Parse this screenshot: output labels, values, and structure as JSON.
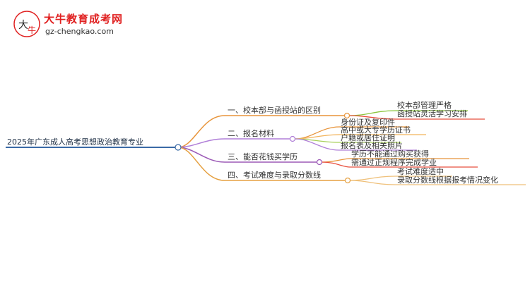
{
  "brand": {
    "name": "大牛教育成考网",
    "url": "gz-chengkao.com"
  },
  "mindmap": {
    "root": "2025年广东成人高考思想政治教育专业",
    "branches": [
      {
        "label": "一、校本部与函授站的区别",
        "color": "#e8943a",
        "children": [
          "校本部管理严格",
          "函授站灵活学习安排"
        ]
      },
      {
        "label": "二、报名材料",
        "color": "#a86ed6",
        "children": [
          "身份证及复印件",
          "高中或大专学历证书",
          "户籍或居住证明",
          "报名表及相关照片"
        ]
      },
      {
        "label": "三、能否花钱买学历",
        "color": "#9b59b6",
        "children": [
          "学历不能通过购买获得",
          "需通过正规程序完成学业"
        ]
      },
      {
        "label": "四、考试难度与录取分数线",
        "color": "#e5a040",
        "children": [
          "考试难度适中",
          "录取分数线根据报考情况变化"
        ]
      }
    ]
  },
  "colors": {
    "root_line": "#3a6aa6",
    "branch_2": "#b07fd8",
    "branch_3": "#9b59b6",
    "leaf_line_4": "#efc07a"
  }
}
